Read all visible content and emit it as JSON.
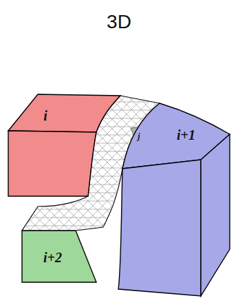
{
  "diagram": {
    "title": "3D",
    "nodes": [
      {
        "text": [
          "i"
        ]
      },
      {
        "text": [
          "j"
        ]
      },
      {
        "text": [
          "i+1"
        ]
      },
      {
        "text": [
          "i+2"
        ]
      }
    ]
  }
}
